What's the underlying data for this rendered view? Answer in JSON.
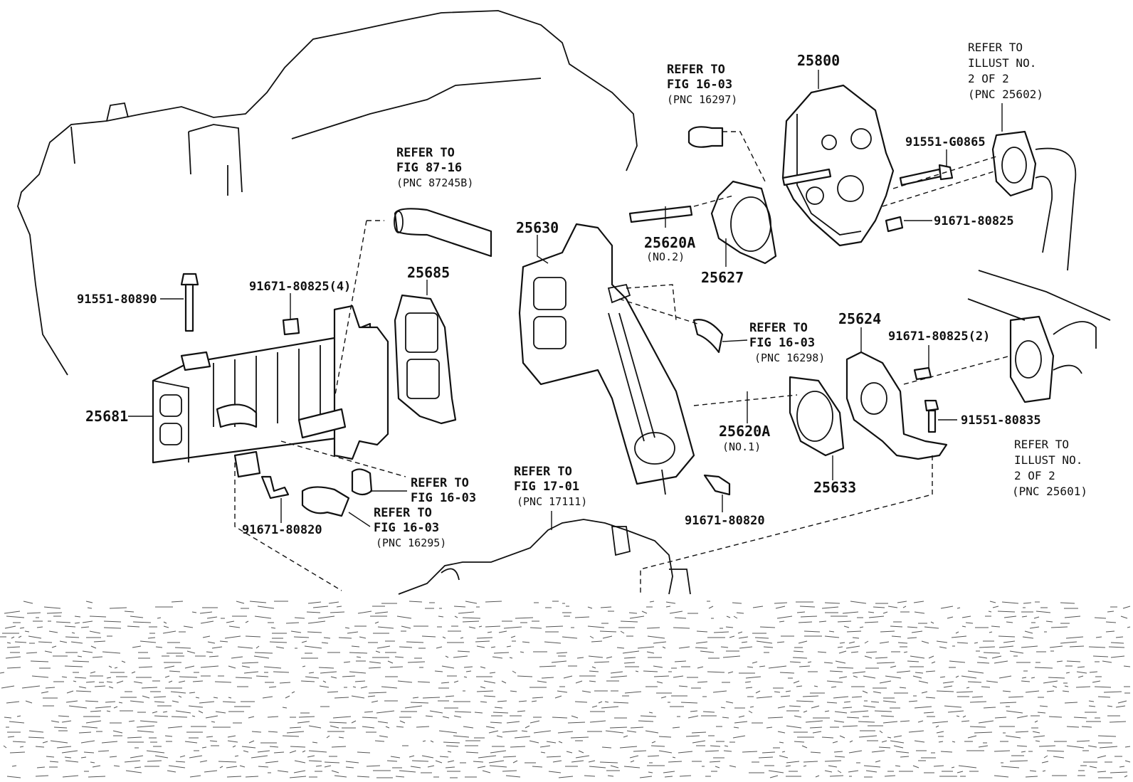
{
  "parts": {
    "p25800": "25800",
    "p25630": "25630",
    "p25620A_2": "25620A",
    "p25620A_2_note": "(NO.2)",
    "p25627": "25627",
    "p25685": "25685",
    "p25681": "25681",
    "p25624": "25624",
    "p25620A_1": "25620A",
    "p25620A_1_note": "(NO.1)",
    "p25633": "25633",
    "b91551_80890": "91551-80890",
    "b91671_80825_4": "91671-80825(4)",
    "b91671_80820_left": "91671-80820",
    "b91671_80820_mid": "91671-80820",
    "b91551_G0865": "91551-G0865",
    "b91671_80825": "91671-80825",
    "b91671_80825_2": "91671-80825(2)",
    "b91551_80835": "91551-80835"
  },
  "refs": {
    "r16297": [
      "REFER TO",
      "FIG 16-03",
      "(PNC 16297)"
    ],
    "r87245": [
      "REFER TO",
      "FIG 87-16",
      "(PNC 87245B)"
    ],
    "r16298": [
      "REFER TO",
      "FIG 16-03",
      "(PNC 16298)"
    ],
    "r1603_a": [
      "REFER TO",
      "FIG 16-03"
    ],
    "r16295": [
      "REFER TO",
      "FIG 16-03",
      "(PNC 16295)"
    ],
    "r17111": [
      "REFER TO",
      "FIG 17-01",
      "(PNC 17111)"
    ],
    "r25602": [
      "REFER TO",
      "ILLUST NO.",
      "2 OF 2",
      "(PNC 25602)"
    ],
    "r25601": [
      "REFER TO",
      "ILLUST NO.",
      "2 OF 2",
      "(PNC 25601)"
    ]
  }
}
